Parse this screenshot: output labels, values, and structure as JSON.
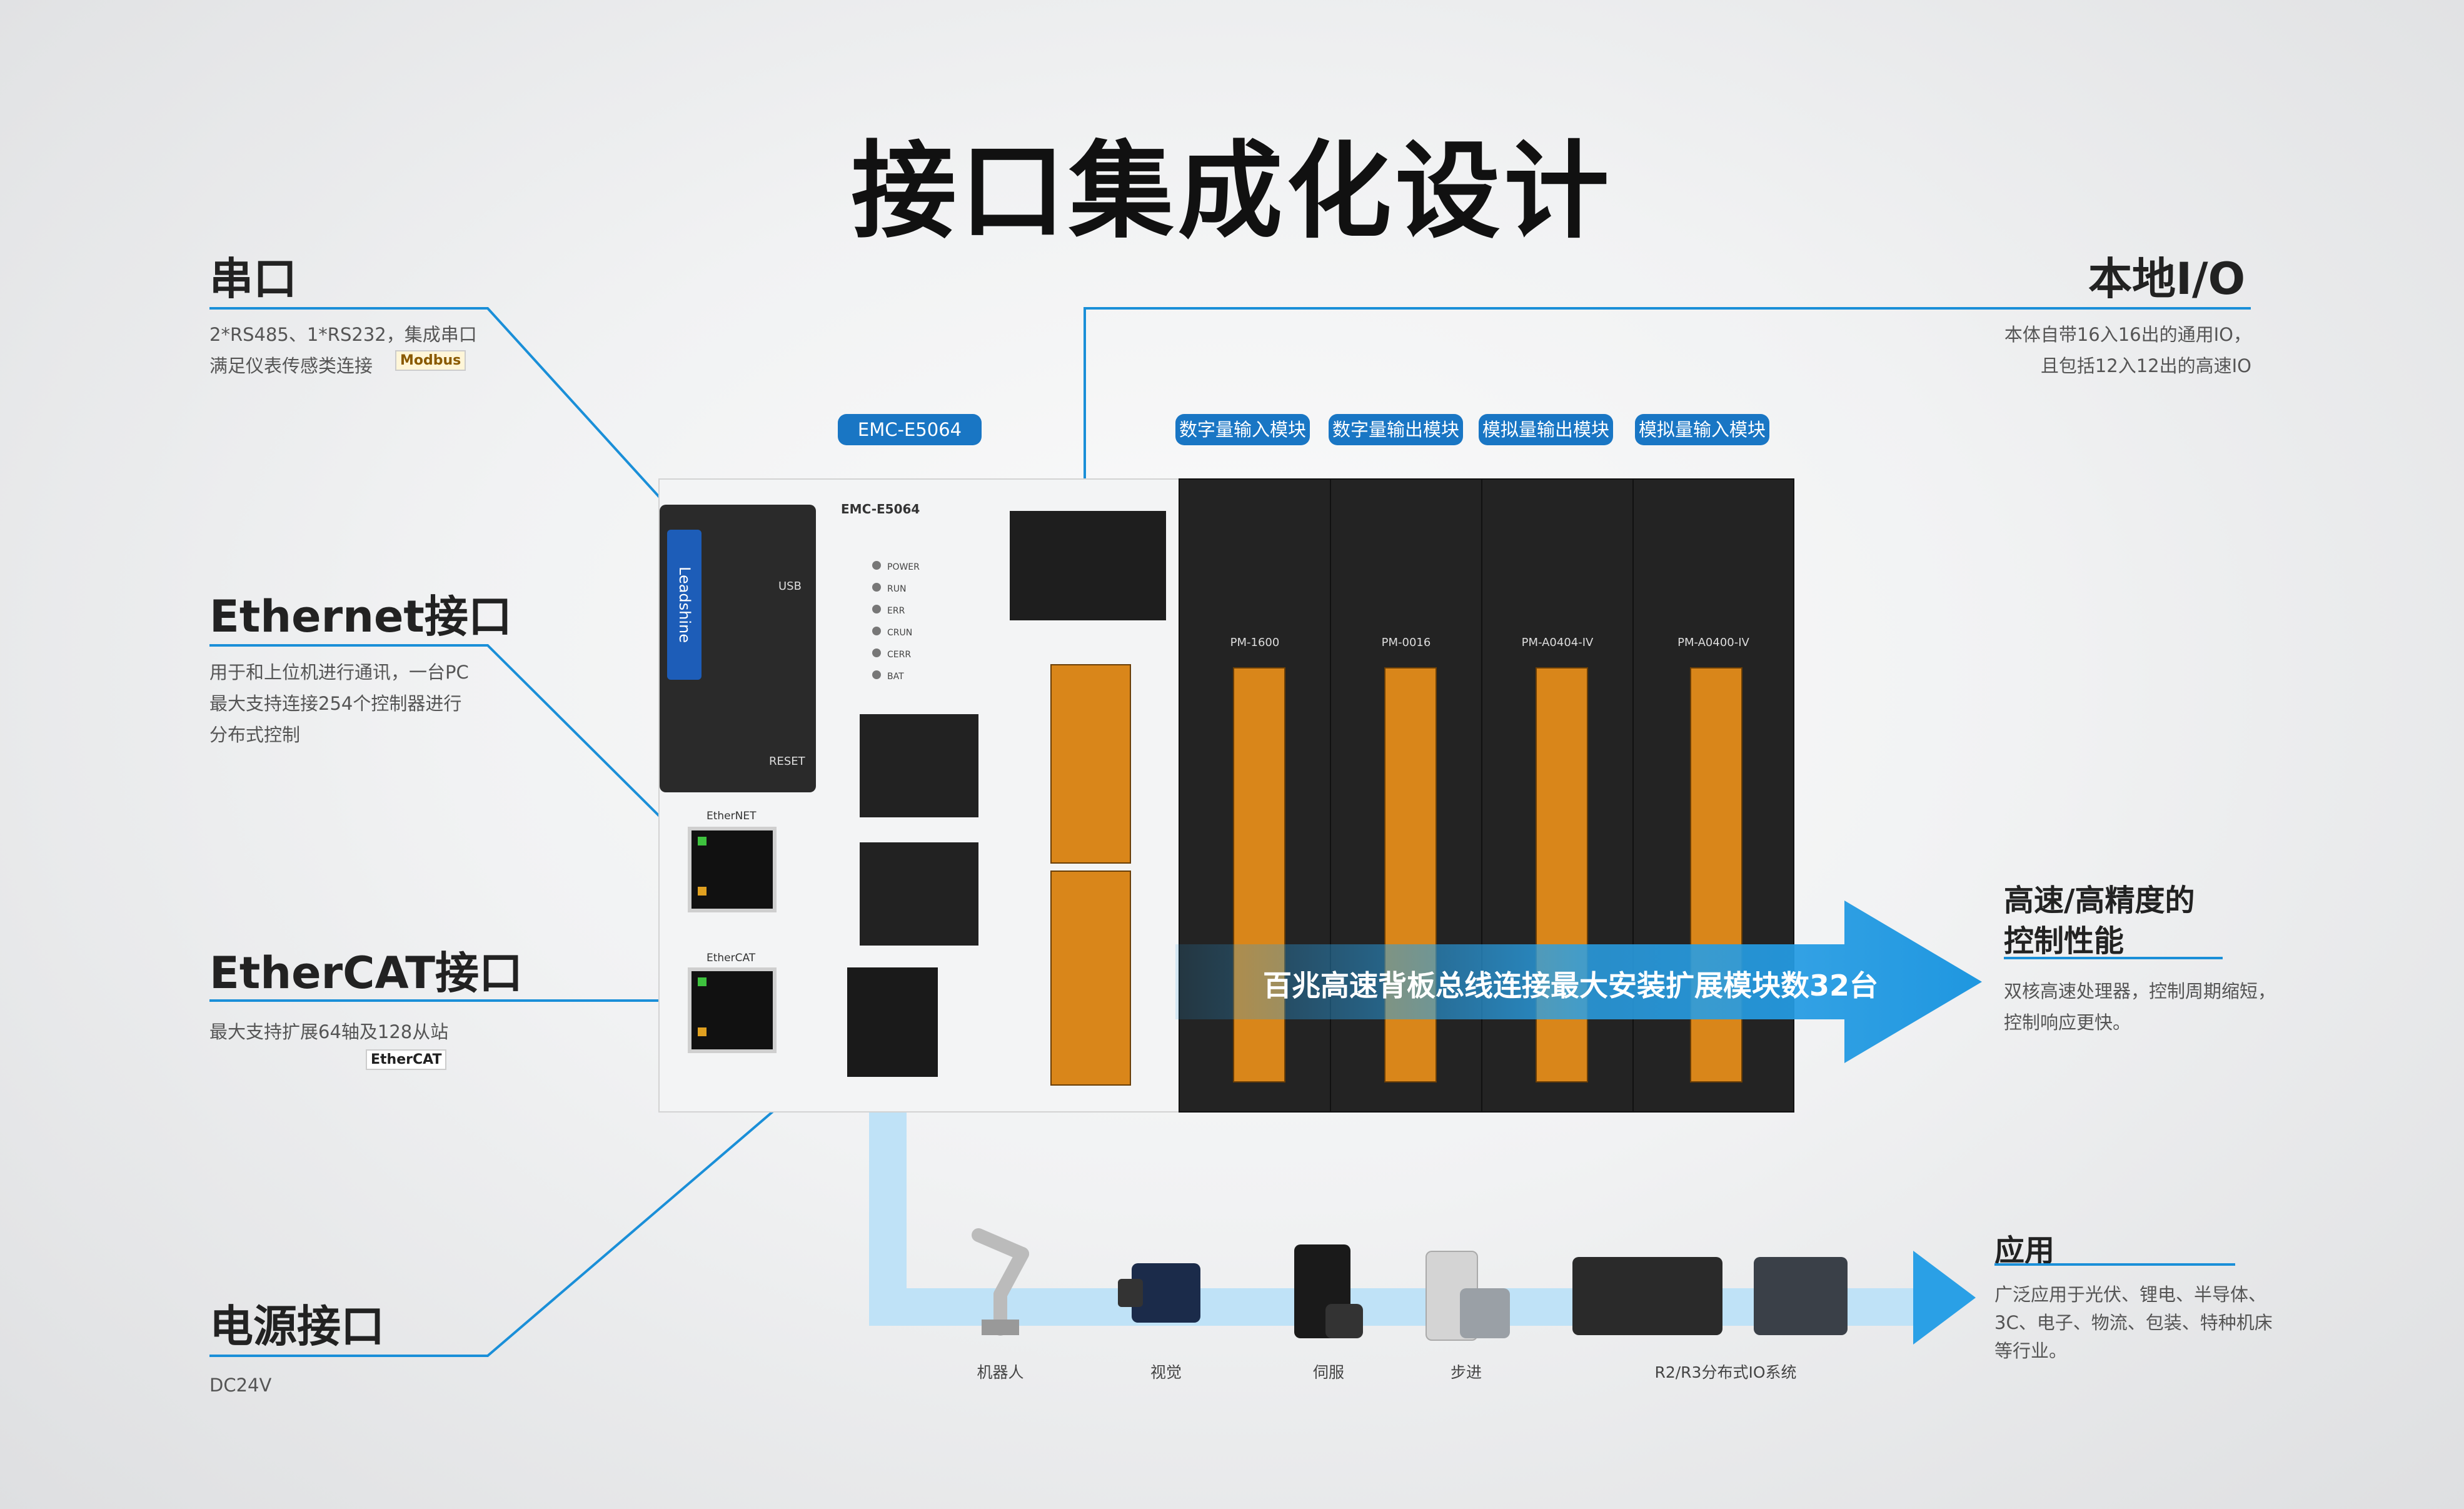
{
  "title": "接口集成化设计",
  "serial": {
    "heading": "串口",
    "line1": "2*RS485、1*RS232，集成串口",
    "line2": "满足仪表传感类连接",
    "badge": "Modbus"
  },
  "ethernet": {
    "heading": "Ethernet接口",
    "line1": "用于和上位机进行通讯，一台PC",
    "line2": "最大支持连接254个控制器进行",
    "line3": "分布式控制"
  },
  "ethercat": {
    "heading": "EtherCAT接口",
    "line1": "最大支持扩展64轴及128从站",
    "badge": "EtherCAT"
  },
  "power": {
    "heading": "电源接口",
    "line1": "DC24V"
  },
  "local_io": {
    "heading": "本地I/O",
    "line1": "本体自带16入16出的通用IO，",
    "line2": "且包括12入12出的高速IO"
  },
  "performance": {
    "heading_line1": "高速/高精度的",
    "heading_line2": "控制性能",
    "line1": "双核高速处理器，控制周期缩短，",
    "line2": "控制响应更快。"
  },
  "application": {
    "heading": "应用",
    "line1": "广泛应用于光伏、锂电、半导体、",
    "line2": "3C、电子、物流、包装、特种机床",
    "line3": "等行业。"
  },
  "bus_banner": "百兆高速背板总线连接最大安装扩展模块数32台",
  "tags": {
    "controller": "EMC-E5064",
    "m1": "数字量输入模块",
    "m2": "数字量输出模块",
    "m3": "模拟量输出模块",
    "m4": "模拟量输入模块"
  },
  "controller": {
    "model": "EMC-E5064",
    "brand": "Leadshine",
    "usb": "USB",
    "reset": "RESET",
    "ethernet_label": "EtherNET",
    "ethercat_label": "EtherCAT",
    "leds": [
      "POWER",
      "RUN",
      "ERR",
      "CRUN",
      "CERR",
      "BAT"
    ]
  },
  "modules": [
    "PM-1600",
    "PM-0016",
    "PM-A0404-IV",
    "PM-A0400-IV"
  ],
  "devices": [
    "机器人",
    "视觉",
    "伺服",
    "步进",
    "R2/R3分布式IO系统"
  ],
  "colors": {
    "accent": "#1a8fd8",
    "tag": "#1976c4",
    "arrow": "#2aa0e6"
  }
}
